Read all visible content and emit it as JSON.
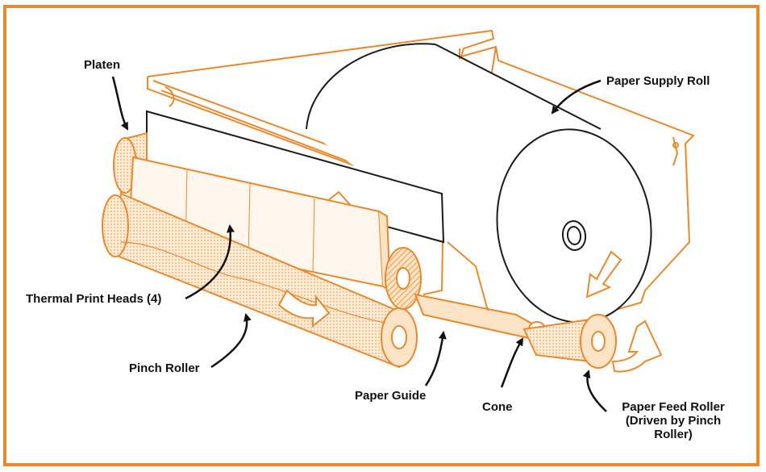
{
  "colors": {
    "border": "#e8892d",
    "outline": "#e8892d",
    "fill_light": "#fbe3c6",
    "fill_dots": "#f2a65a",
    "roll_stroke": "#1a1a1a",
    "label": "#111111"
  },
  "labels": {
    "platen": "Platen",
    "paper_supply_roll": "Paper Supply Roll",
    "thermal_print_heads": "Thermal Print Heads (4)",
    "pinch_roller": "Pinch Roller",
    "paper_guide": "Paper Guide",
    "cone": "Cone",
    "paper_feed_roller_line1": "Paper Feed Roller",
    "paper_feed_roller_line2": "(Driven by Pinch",
    "paper_feed_roller_line3": "Roller)"
  }
}
